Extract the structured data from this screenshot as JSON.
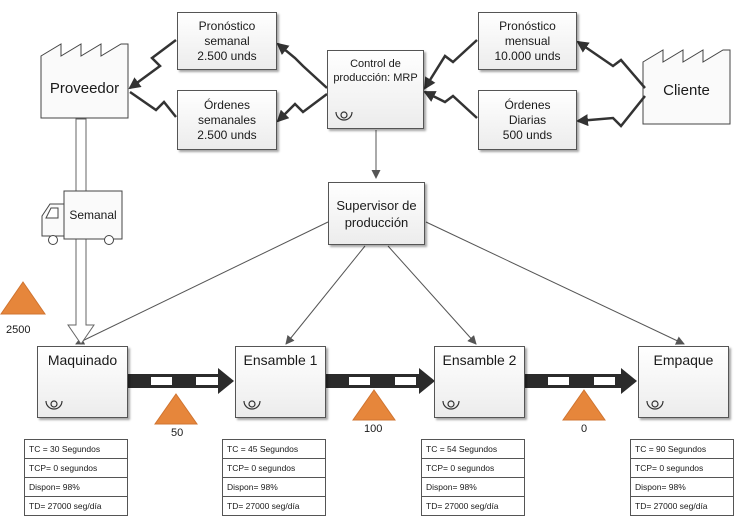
{
  "supplier": {
    "label": "Proveedor"
  },
  "customer": {
    "label": "Cliente"
  },
  "control": {
    "label": "Control de\nproducción: MRP"
  },
  "supervisor": {
    "label": "Supervisor de\nproducción"
  },
  "info_boxes": {
    "weekly_forecast": "Pronóstico\nsemanal\n2.500 unds",
    "weekly_orders": "Órdenes\nsemanales\n2.500 unds",
    "monthly_forecast": "Pronóstico\nmensual\n10.000 unds",
    "daily_orders": "Órdenes\nDiarias\n500 unds"
  },
  "truck": {
    "label": "Semanal"
  },
  "raw_inventory": {
    "value": "2500"
  },
  "processes": [
    {
      "name": "Maquinado",
      "data": [
        "TC = 30 Segundos",
        "TCP= 0 segundos",
        "Dispon= 98%",
        "TD= 27000 seg/día"
      ]
    },
    {
      "name": "Ensamble 1",
      "data": [
        "TC = 45 Segundos",
        "TCP= 0 segundos",
        "Dispon= 98%",
        "TD= 27000 seg/día"
      ]
    },
    {
      "name": "Ensamble 2",
      "data": [
        "TC = 54 Segundos",
        "TCP= 0 segundos",
        "Dispon= 98%",
        "TD= 27000 seg/día"
      ]
    },
    {
      "name": "Empaque",
      "data": [
        "TC = 90 Segundos",
        "TCP= 0 segundos",
        "Dispon= 98%",
        "TD= 27000 seg/día"
      ]
    }
  ],
  "wip_inventory": [
    "50",
    "100",
    "0"
  ],
  "colors": {
    "inventory": "#e6863b",
    "push_arrow": "#2b2b2b"
  }
}
